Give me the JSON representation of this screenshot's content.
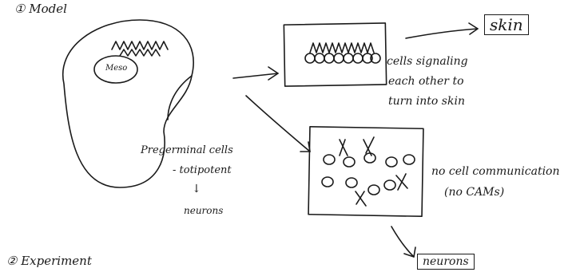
{
  "diagram": {
    "model_heading": "① Model",
    "nucleus_label": "Meso",
    "pregerminal_label": "Pregerminal cells",
    "totipotent_label": "- totipotent",
    "down_arrow_glyph": "↓",
    "neurons_small_label": "neurons",
    "signaling_caption": [
      "cells signaling",
      "each other to",
      "turn into skin"
    ],
    "skin_label": "skin",
    "no_comm_caption": [
      "no cell communication",
      "(no CAMs)"
    ],
    "neurons_boxed_label": "neurons",
    "experiment_heading": "② Experiment"
  }
}
